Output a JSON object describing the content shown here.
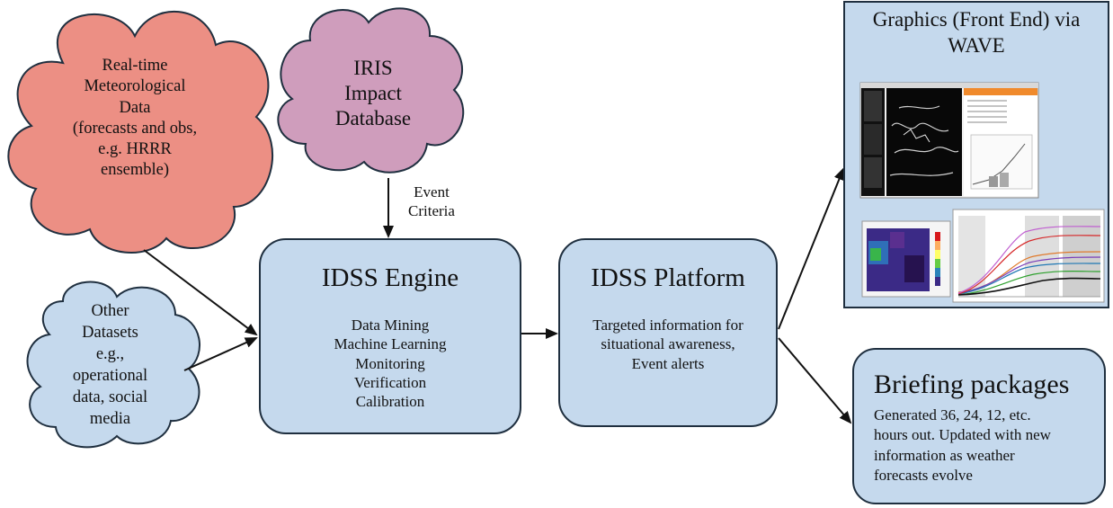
{
  "clouds": {
    "realtime": {
      "lines": [
        "Real-time",
        "Meteorological",
        "Data",
        "(forecasts and obs,",
        "e.g. HRRR",
        "ensemble)"
      ],
      "fill": "#ec8f84"
    },
    "iris": {
      "lines": [
        "IRIS",
        "Impact",
        "Database"
      ],
      "fill": "#cf9dbc"
    },
    "other": {
      "lines": [
        "Other",
        "Datasets",
        "e.g.,",
        "operational",
        "data, social",
        "media"
      ],
      "fill": "#c5d9ed"
    }
  },
  "labels": {
    "event_criteria": [
      "Event",
      "Criteria"
    ]
  },
  "boxes": {
    "engine": {
      "title": "IDSS Engine",
      "lines": [
        "Data Mining",
        "Machine Learning",
        "Monitoring",
        "Verification",
        "Calibration"
      ]
    },
    "platform": {
      "title": "IDSS Platform",
      "lines": [
        "Targeted information for",
        "situational awareness,",
        "Event alerts"
      ]
    },
    "graphics": {
      "title_lines": [
        "Graphics (Front End) via",
        "WAVE"
      ]
    },
    "briefing": {
      "title": "Briefing packages",
      "lines": [
        "Generated 36, 24, 12, etc.",
        "hours out. Updated with new",
        "information as weather",
        "forecasts evolve"
      ]
    }
  },
  "colors": {
    "box_fill": "#c5d9ed",
    "outline": "#1f2f3f",
    "arrow": "#111111"
  }
}
